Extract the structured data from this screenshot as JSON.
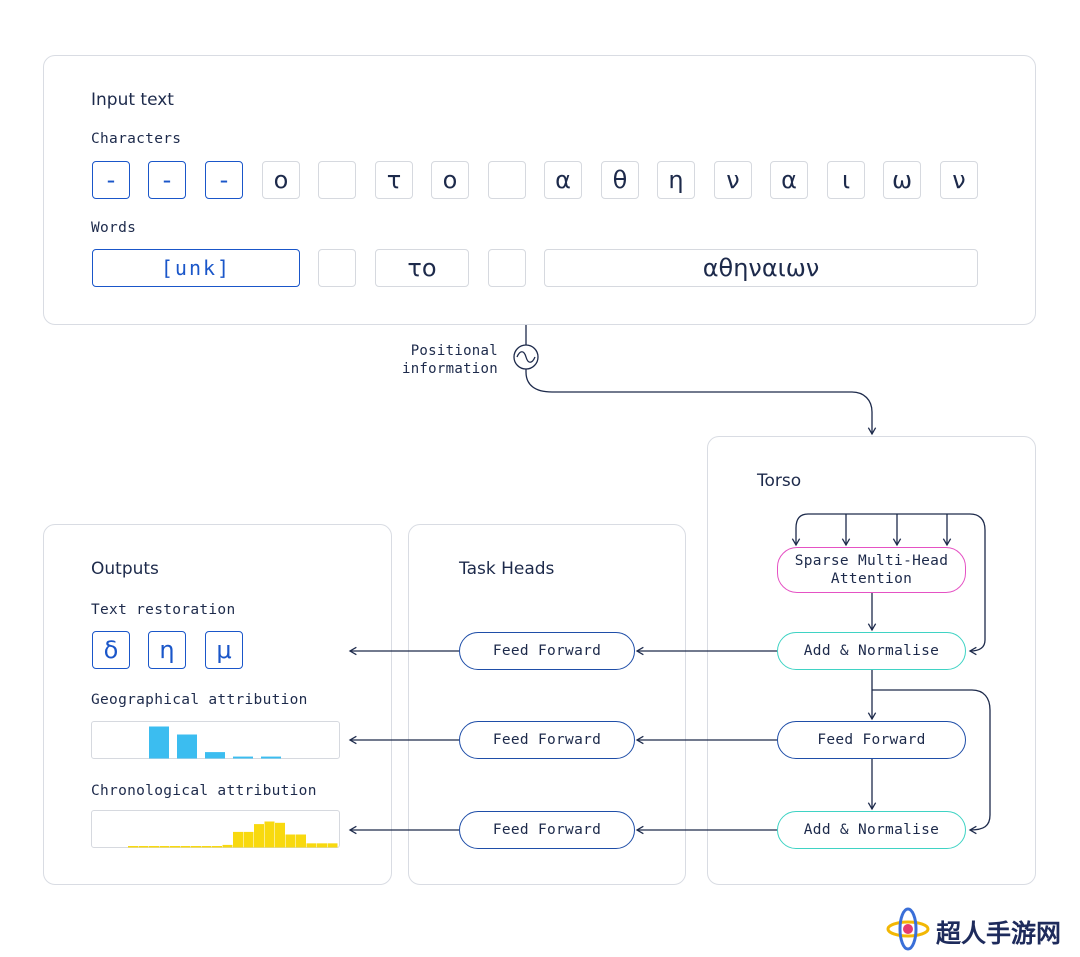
{
  "input": {
    "heading": "Input text",
    "characters_label": "Characters",
    "characters": [
      "-",
      "-",
      "-",
      "ο",
      "",
      "τ",
      "ο",
      "",
      "α",
      "θ",
      "η",
      "ν",
      "α",
      "ι",
      "ω",
      "ν"
    ],
    "words_label": "Words",
    "words": [
      "[unk]",
      "",
      "το",
      "",
      "αθηναιων"
    ]
  },
  "positional": {
    "line1": "Positional",
    "line2": "information"
  },
  "torso": {
    "heading": "Torso",
    "attention": {
      "line1": "Sparse Multi-Head",
      "line2": "Attention"
    },
    "add_norm_1": "Add & Normalise",
    "feed_forward": "Feed Forward",
    "add_norm_2": "Add & Normalise"
  },
  "task_heads": {
    "heading": "Task Heads",
    "ff_1": "Feed Forward",
    "ff_2": "Feed Forward",
    "ff_3": "Feed Forward"
  },
  "outputs": {
    "heading": "Outputs",
    "text_restoration_label": "Text restoration",
    "restored_chars": [
      "δ",
      "η",
      "μ"
    ],
    "geo_label": "Geographical attribution",
    "chrono_label": "Chronological attribution"
  },
  "chart_data": [
    {
      "type": "bar",
      "name": "geographical",
      "color": "#3bbdf0",
      "values": [
        1.0,
        0.75,
        0.2,
        0.06,
        0.06
      ]
    },
    {
      "type": "bar",
      "name": "chronological",
      "color": "#f8d90f",
      "values": [
        0.04,
        0.04,
        0.04,
        0.04,
        0.04,
        0.04,
        0.04,
        0.04,
        0.04,
        0.1,
        0.6,
        0.6,
        0.9,
        1.0,
        0.95,
        0.5,
        0.5,
        0.16,
        0.16,
        0.16
      ]
    }
  ],
  "logo": {
    "text": "超人手游网"
  }
}
